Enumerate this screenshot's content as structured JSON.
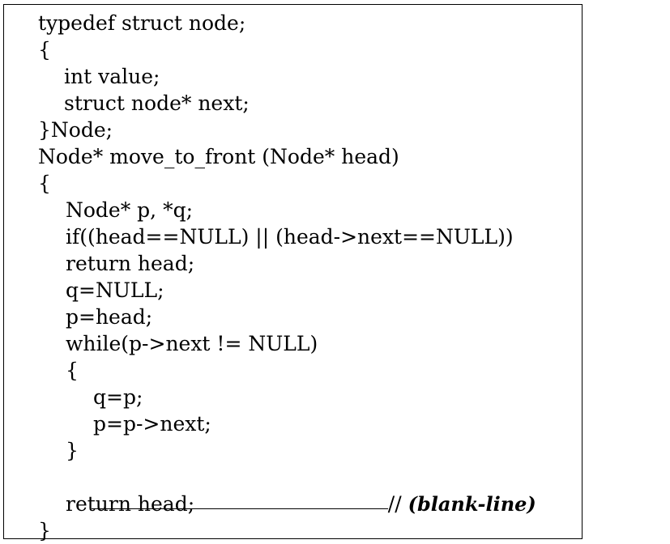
{
  "code": {
    "lines": [
      "typedef struct node;",
      "{",
      "int value;",
      "struct node* next;",
      "}Node;",
      "Node* move_to_front (Node* head)",
      "{",
      "Node* p, *q;",
      "if((head==NULL) || (head->next==NULL))",
      "return head;",
      "q=NULL;",
      "p=head;",
      "while(p->next != NULL)",
      "{",
      "q=p;",
      "p=p->next;",
      "}",
      "return head;",
      "}"
    ],
    "blank_line": {
      "comment": "//",
      "note": "(blank-line)"
    }
  }
}
